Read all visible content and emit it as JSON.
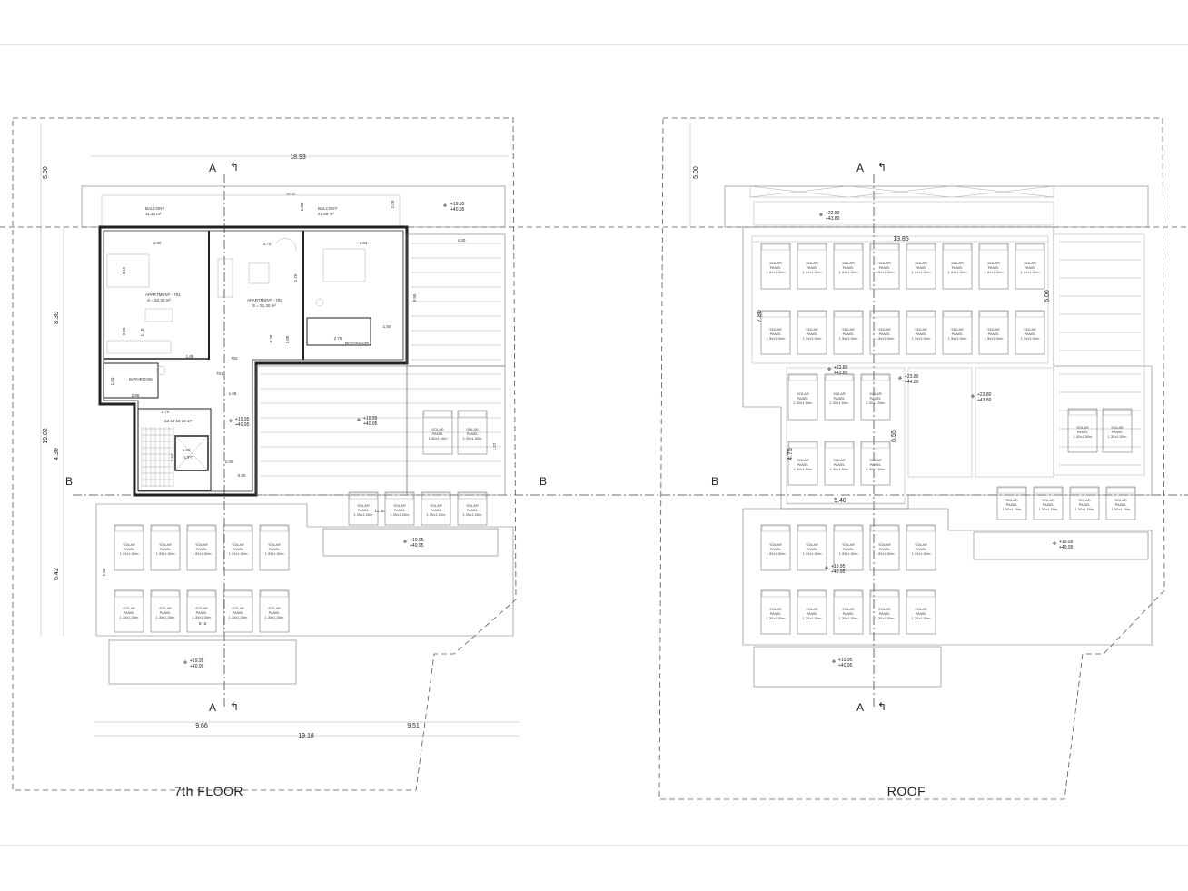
{
  "sheets": [
    {
      "id": "floor7",
      "title": "7th FLOOR",
      "section_a": "A",
      "section_b": "B",
      "dims": {
        "top_total": "18.93",
        "balcony_width": "19.33",
        "left_top": "5.00",
        "left_upper": "8.30",
        "left_total": "19.02",
        "left_mid": "4.30",
        "left_lower": "6.42",
        "bottom_left": "9.66",
        "bottom_right": "9.51",
        "bottom_total": "19.18",
        "room_a": "4.90",
        "room_b": "4.72",
        "room_c": "3.83",
        "right_wing": "4.30",
        "right_h": "6.50",
        "bath_w": "2.75",
        "bath_h": "1.60",
        "corr_a": "1.85",
        "corr_b": "1.68",
        "stair_w": "2.70",
        "lift_w": "1.40",
        "lift_h": "1.57",
        "landing": "0.80",
        "landing_b": "2.00",
        "solar_w": "11.30",
        "solar_lower": "9.16",
        "solar_h": "5.52",
        "edge": "1.27",
        "bal_depth": "1.80",
        "bal_depth_b": "2.00",
        "kit_h": "1.10",
        "bath_lw": "2.95",
        "bath_lh": "1.50",
        "d1": "3.15",
        "d2": "1.70",
        "d3": "2.20",
        "d4": "0.30",
        "d5": "1.00"
      },
      "rooms": {
        "balcony_1": "BALCONY",
        "balcony_1_area": "11,13 m²",
        "balcony_2": "BALCONY",
        "balcony_2_area": "23,58 m²",
        "apt_701": "APARTMENT - 701",
        "apt_701_area": "S = 62,35 m²",
        "apt_702": "APARTMENT - 702",
        "apt_702_area": "S = 51,30 m²",
        "bathroom_1": "BATHROOM",
        "bathroom_2": "BATHROOM",
        "lift": "LIFT",
        "door_702": "702",
        "door_701": "701",
        "stair_numbers": "13 14 15 16 17"
      },
      "levels": [
        {
          "a": "+19.95",
          "b": "+40.95"
        },
        {
          "a": "+19.95",
          "b": "+40.95"
        },
        {
          "a": "+19.95",
          "b": "+40.95"
        },
        {
          "a": "+19.95",
          "b": "+40.95"
        },
        {
          "a": "+19.95",
          "b": "+40.95"
        }
      ],
      "solar_label": [
        "SOLAR",
        "PANEL",
        "1.30x1.50m"
      ]
    },
    {
      "id": "roof",
      "title": "ROOF",
      "section_a": "A",
      "section_b": "B",
      "dims": {
        "left_top": "5.00",
        "panel_row": "13.85",
        "left_h": "7.80",
        "right_h": "6.00",
        "mid_h": "6.55",
        "small_h": "4.75",
        "small_w": "5.40"
      },
      "levels": [
        {
          "a": "+22.80",
          "b": "+43.80"
        },
        {
          "a": "+22.80",
          "b": "+43.80"
        },
        {
          "a": "+23.80",
          "b": "+44.80"
        },
        {
          "a": "+22.80",
          "b": "+43.80"
        },
        {
          "a": "+19.95",
          "b": "+40.95"
        },
        {
          "a": "+19.95",
          "b": "+40.95"
        },
        {
          "a": "+19.95",
          "b": "+40.95"
        }
      ],
      "solar_label": [
        "SOLAR",
        "PANEL",
        "1.30x1.50m"
      ]
    }
  ],
  "colors": {
    "line": "#222222",
    "frame": "#cccccc",
    "hatch": "#888888"
  }
}
